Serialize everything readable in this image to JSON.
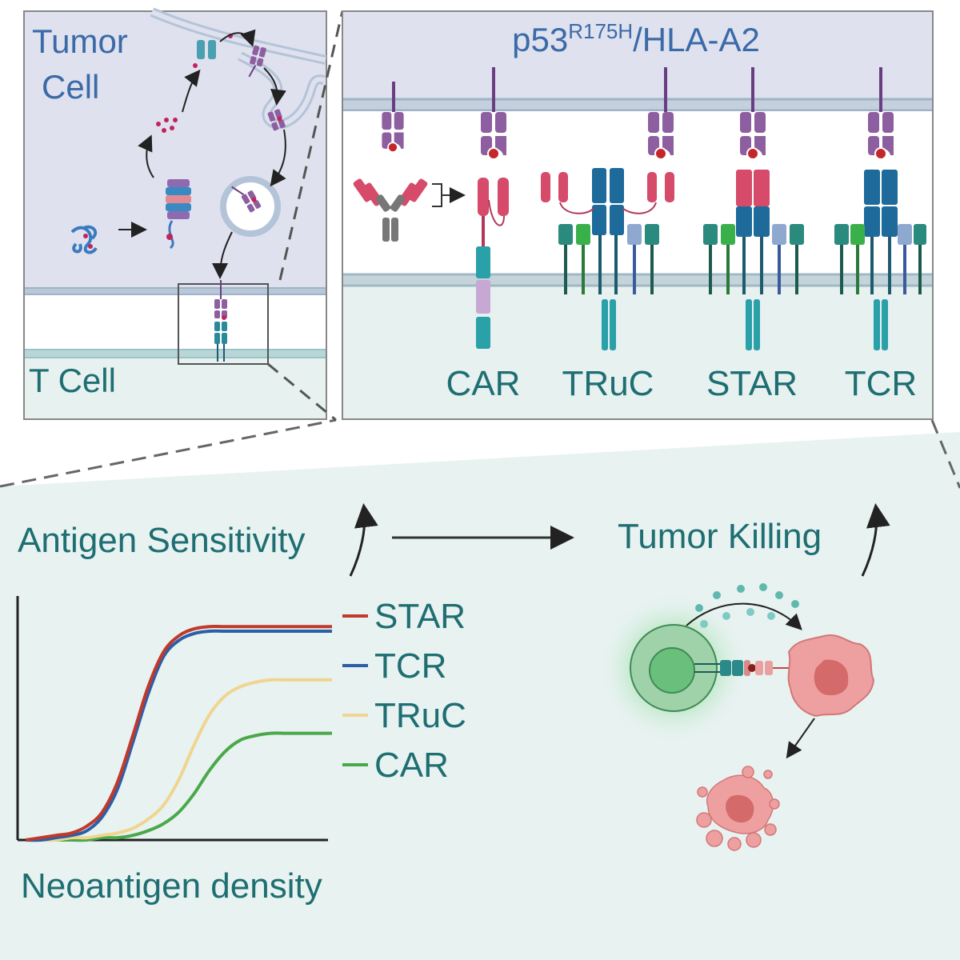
{
  "tumor_panel": {
    "tumor_label_line1": "Tumor",
    "tumor_label_line2": "Cell",
    "tcell_label": "T Cell"
  },
  "receptor_panel": {
    "title_main": "p53",
    "title_superscript": "R175H",
    "title_suffix": "/HLA-A2",
    "receptors": [
      "CAR",
      "TRuC",
      "STAR",
      "TCR"
    ]
  },
  "bottom": {
    "antigen_sensitivity": "Antigen Sensitivity",
    "tumor_killing": "Tumor Killing"
  },
  "chart_data": {
    "type": "line",
    "xlabel": "Neoantigen density",
    "ylabel": "",
    "x": [
      0,
      0.5,
      1,
      1.5,
      2,
      2.5,
      3,
      3.5,
      4,
      4.5,
      5,
      5.5,
      6,
      6.5,
      7,
      7.5,
      8,
      8.5,
      9,
      9.5,
      10
    ],
    "series": [
      {
        "name": "STAR",
        "color": "#c0392b",
        "values": [
          0.0,
          0.01,
          0.02,
          0.03,
          0.06,
          0.12,
          0.25,
          0.45,
          0.66,
          0.81,
          0.88,
          0.91,
          0.92,
          0.92,
          0.92,
          0.92,
          0.92,
          0.92,
          0.92,
          0.92,
          0.92
        ]
      },
      {
        "name": "TCR",
        "color": "#2a5fa8",
        "values": [
          0.0,
          0.0,
          0.01,
          0.02,
          0.04,
          0.1,
          0.22,
          0.42,
          0.63,
          0.79,
          0.86,
          0.89,
          0.9,
          0.9,
          0.9,
          0.9,
          0.9,
          0.9,
          0.9,
          0.9,
          0.9
        ]
      },
      {
        "name": "TRuC",
        "color": "#f0d590",
        "values": [
          0.0,
          0.0,
          0.0,
          0.01,
          0.01,
          0.02,
          0.03,
          0.05,
          0.09,
          0.15,
          0.26,
          0.41,
          0.54,
          0.62,
          0.66,
          0.68,
          0.69,
          0.69,
          0.69,
          0.69,
          0.69
        ]
      },
      {
        "name": "CAR",
        "color": "#4aa84a",
        "values": [
          0.0,
          0.0,
          0.0,
          0.0,
          0.0,
          0.01,
          0.01,
          0.02,
          0.04,
          0.07,
          0.12,
          0.2,
          0.3,
          0.38,
          0.43,
          0.45,
          0.46,
          0.46,
          0.46,
          0.46,
          0.46
        ]
      }
    ],
    "ylim": [
      0,
      1
    ],
    "legend": "right",
    "grid": false
  }
}
